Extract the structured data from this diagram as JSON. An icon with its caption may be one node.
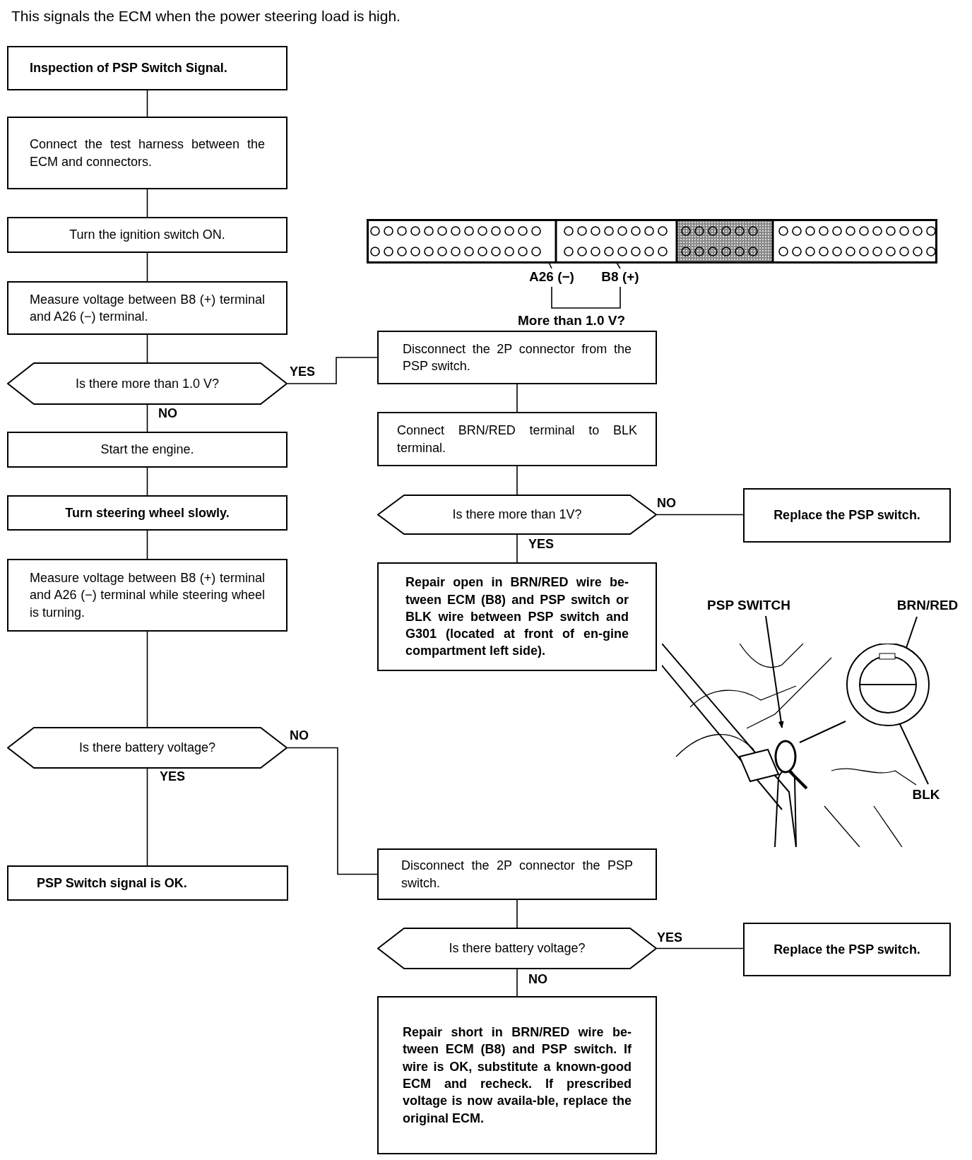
{
  "diagram": {
    "title": "This signals the ECM when the power steering load is high.",
    "nodes": [
      {
        "text": [
          "Inspection of PSP Switch Signal."
        ]
      },
      {
        "text": [
          "Connect the test harness between the ECM and connectors."
        ]
      },
      {
        "text": [
          "Turn the ignition switch ON."
        ]
      },
      {
        "text": [
          "Measure voltage between B8 (+) terminal and A26 (−) terminal."
        ]
      },
      {
        "text": [
          "Is there more than 1.0 V?"
        ]
      },
      {
        "text": [
          "Start the engine."
        ]
      },
      {
        "text": [
          "Turn steering wheel slowly."
        ]
      },
      {
        "text": [
          "Measure voltage between B8 (+) terminal and A26 (−) terminal while steering wheel is turning."
        ]
      },
      {
        "text": [
          "Is there battery voltage?"
        ]
      },
      {
        "text": [
          "PSP Switch signal is OK."
        ]
      },
      {
        "text": [
          "Disconnect the 2P connector from the PSP switch."
        ]
      },
      {
        "text": [
          "Connect BRN/RED terminal to BLK terminal."
        ]
      },
      {
        "text": [
          "Is there more than 1V?"
        ]
      },
      {
        "text": [
          "Replace the PSP switch."
        ]
      },
      {
        "text": [
          "Repair open in BRN/RED wire be-tween ECM (B8) and PSP switch or BLK wire between PSP switch and G301 (located at front of en-gine compartment left side)."
        ]
      },
      {
        "text": [
          "Disconnect the 2P connector the PSP switch."
        ]
      },
      {
        "text": [
          "Is there battery voltage?"
        ]
      },
      {
        "text": [
          "Replace the PSP switch."
        ]
      },
      {
        "text": [
          "Repair short in BRN/RED wire be-tween ECM (B8) and PSP switch. If wire is OK, substitute a known-good ECM and recheck. If prescribed voltage is now availa-ble, replace the original ECM."
        ]
      },
      {
        "text": [],
        "shape": "picture"
      },
      {
        "text": [
          "A26 (−)"
        ]
      },
      {
        "text": [
          "B8 (+)"
        ]
      },
      {
        "text": [],
        "shape": "picture"
      },
      {
        "text": [
          "PSP SWITCH"
        ]
      },
      {
        "text": [
          "BRN/RED"
        ]
      },
      {
        "text": [
          "BLK"
        ]
      }
    ],
    "edges": [
      {
        "from": 0,
        "to": 1,
        "arrow": "none"
      },
      {
        "from": 1,
        "to": 2,
        "arrow": "none"
      },
      {
        "from": 2,
        "to": 3,
        "arrow": "none"
      },
      {
        "from": 3,
        "to": 4,
        "arrow": "none"
      },
      {
        "from": 4,
        "to": 5,
        "arrow": "none",
        "label": "NO"
      },
      {
        "from": 5,
        "to": 6,
        "arrow": "none"
      },
      {
        "from": 6,
        "to": 7,
        "arrow": "none"
      },
      {
        "from": 7,
        "to": 8,
        "arrow": "none"
      },
      {
        "from": 8,
        "to": 9,
        "arrow": "none",
        "label": "YES"
      },
      {
        "from": 4,
        "to": 10,
        "arrow": "none",
        "label": "YES"
      },
      {
        "from": 10,
        "to": 11,
        "arrow": "none"
      },
      {
        "from": 11,
        "to": 12,
        "arrow": "none"
      },
      {
        "from": 12,
        "to": 13,
        "arrow": "none",
        "label": "NO"
      },
      {
        "from": 12,
        "to": 14,
        "arrow": "none",
        "label": "YES"
      },
      {
        "from": 8,
        "to": 15,
        "arrow": "none",
        "label": "NO"
      },
      {
        "from": 15,
        "to": 16,
        "arrow": "none"
      },
      {
        "from": 16,
        "to": 17,
        "arrow": "none",
        "label": "YES"
      },
      {
        "from": 16,
        "to": 18,
        "arrow": "none",
        "label": "NO"
      },
      {
        "from": 20,
        "to": 19,
        "arrow": "none"
      },
      {
        "from": 21,
        "to": 19,
        "arrow": "none"
      },
      {
        "from": 23,
        "to": 22,
        "arrow": "to"
      },
      {
        "from": 24,
        "to": 22,
        "arrow": "to"
      },
      {
        "from": 25,
        "to": 22,
        "arrow": "to"
      },
      {
        "from": 20,
        "to": 21,
        "arrow": "none"
      }
    ],
    "labels": [
      "More than 1.0 V?"
    ]
  }
}
